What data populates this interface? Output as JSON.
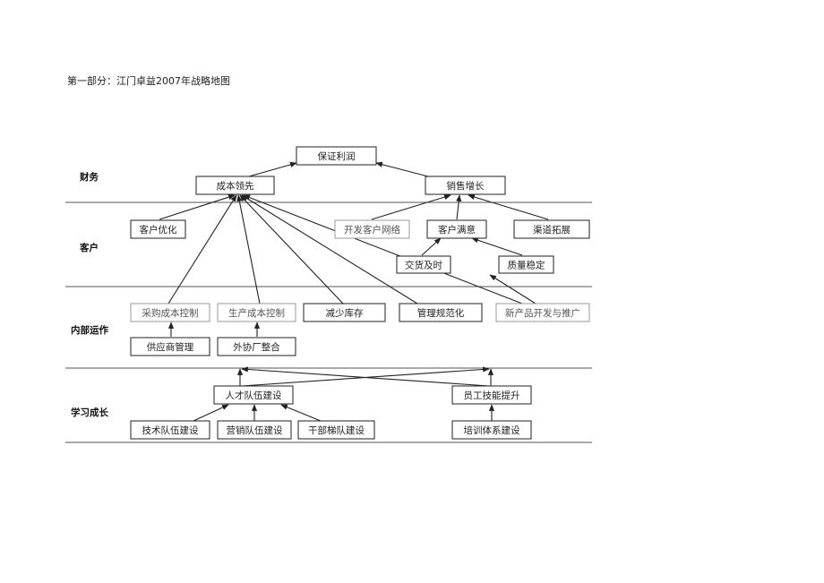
{
  "title": "第一部分：江门卓益2007年战略地图",
  "rows": {
    "finance": "财务",
    "customer": "客户",
    "internal": "内部运作",
    "learning": "学习成长"
  },
  "nodes": {
    "profit": "保证利润",
    "cost_lead": "成本领先",
    "sales_growth": "销售增长",
    "cust_opt": "客户优化",
    "dev_network": "开发客户网络",
    "cust_satisfy": "客户满意",
    "channel": "渠道拓展",
    "delivery": "交货及时",
    "quality": "质量稳定",
    "purchase_cost": "采购成本控制",
    "prod_cost": "生产成本控制",
    "inventory": "减少库存",
    "mgmt_std": "管理规范化",
    "new_product": "新产品开发与推广",
    "supplier": "供应商管理",
    "outsource": "外协厂整合",
    "talent": "人才队伍建设",
    "staff_skill": "员工技能提升",
    "tech_team": "技术队伍建设",
    "sales_team": "营销队伍建设",
    "cadre_team": "干部梯队建设",
    "training": "培训体系建设"
  }
}
